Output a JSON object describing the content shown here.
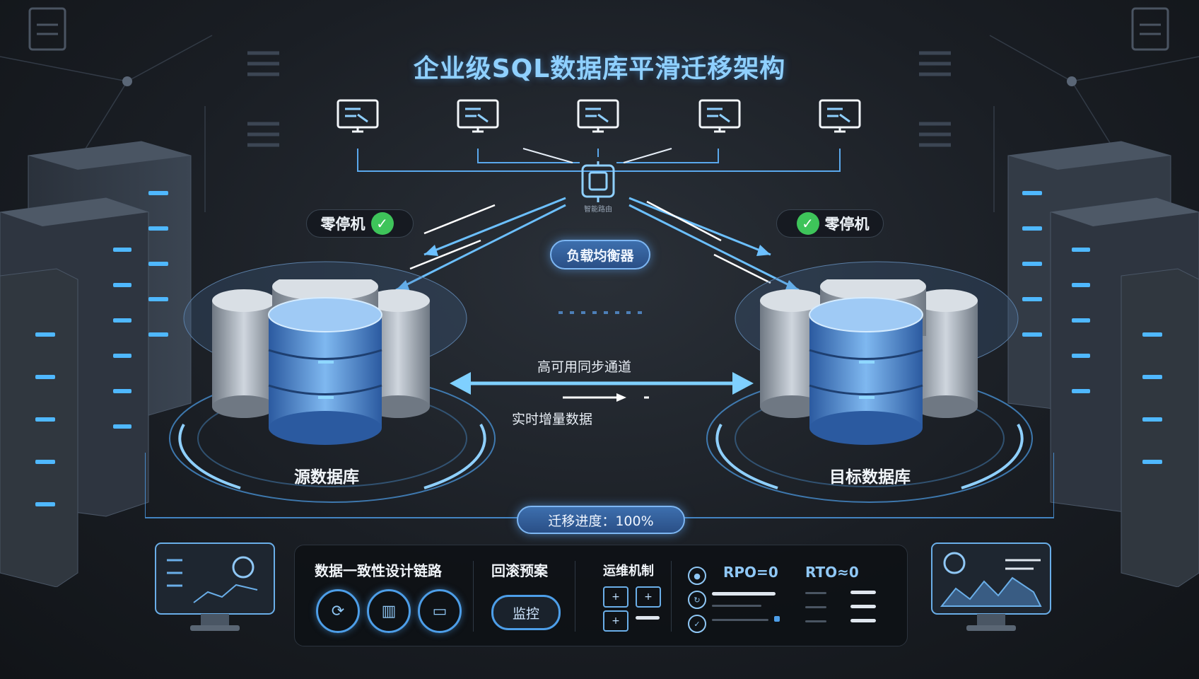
{
  "title": "企业级SQL数据库平滑迁移架构",
  "load_balancer": {
    "icon_caption": "智能路由",
    "label": "负载均衡器"
  },
  "zero_downtime_left": "零停机",
  "zero_downtime_right": "零停机",
  "source_db": "源数据库",
  "target_db": "目标数据库",
  "sync": {
    "high_availability": "高可用同步通道",
    "incremental": "实时增量数据"
  },
  "progress": {
    "label": "迁移进度：100%",
    "value": 100
  },
  "bottom": {
    "consistency_title": "数据一致性设计链路",
    "rollback_title": "回滚预案",
    "rollback_button": "监控",
    "ops_title": "运维机制",
    "rpo": "RPO=0",
    "rto": "RTO≈0"
  },
  "colors": {
    "accent": "#4d9ee8",
    "glow": "#8fd0ff",
    "check": "#3ec45a"
  },
  "icons": [
    "monitor-icon",
    "router-icon",
    "check-icon",
    "database-icon",
    "server-rack-icon",
    "dashboard-icon"
  ]
}
